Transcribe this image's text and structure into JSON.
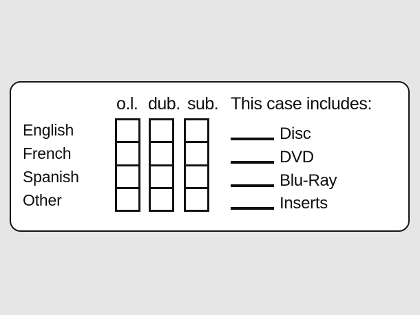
{
  "card": {
    "border_color": "#141414",
    "background_color": "#ffffff",
    "page_background": "#e6e6e6"
  },
  "language_grid": {
    "rows": [
      {
        "label": "English"
      },
      {
        "label": "French"
      },
      {
        "label": "Spanish"
      },
      {
        "label": "Other"
      }
    ],
    "columns": [
      {
        "header": "o.l."
      },
      {
        "header": "dub."
      },
      {
        "header": "sub."
      }
    ],
    "checked": [
      [
        false,
        false,
        false
      ],
      [
        false,
        false,
        false
      ],
      [
        false,
        false,
        false
      ],
      [
        false,
        false,
        false
      ]
    ]
  },
  "contents": {
    "heading": "This case includes:",
    "items": [
      {
        "label": "Disc",
        "value": ""
      },
      {
        "label": "DVD",
        "value": ""
      },
      {
        "label": "Blu-Ray",
        "value": ""
      },
      {
        "label": "Inserts",
        "value": ""
      }
    ]
  }
}
